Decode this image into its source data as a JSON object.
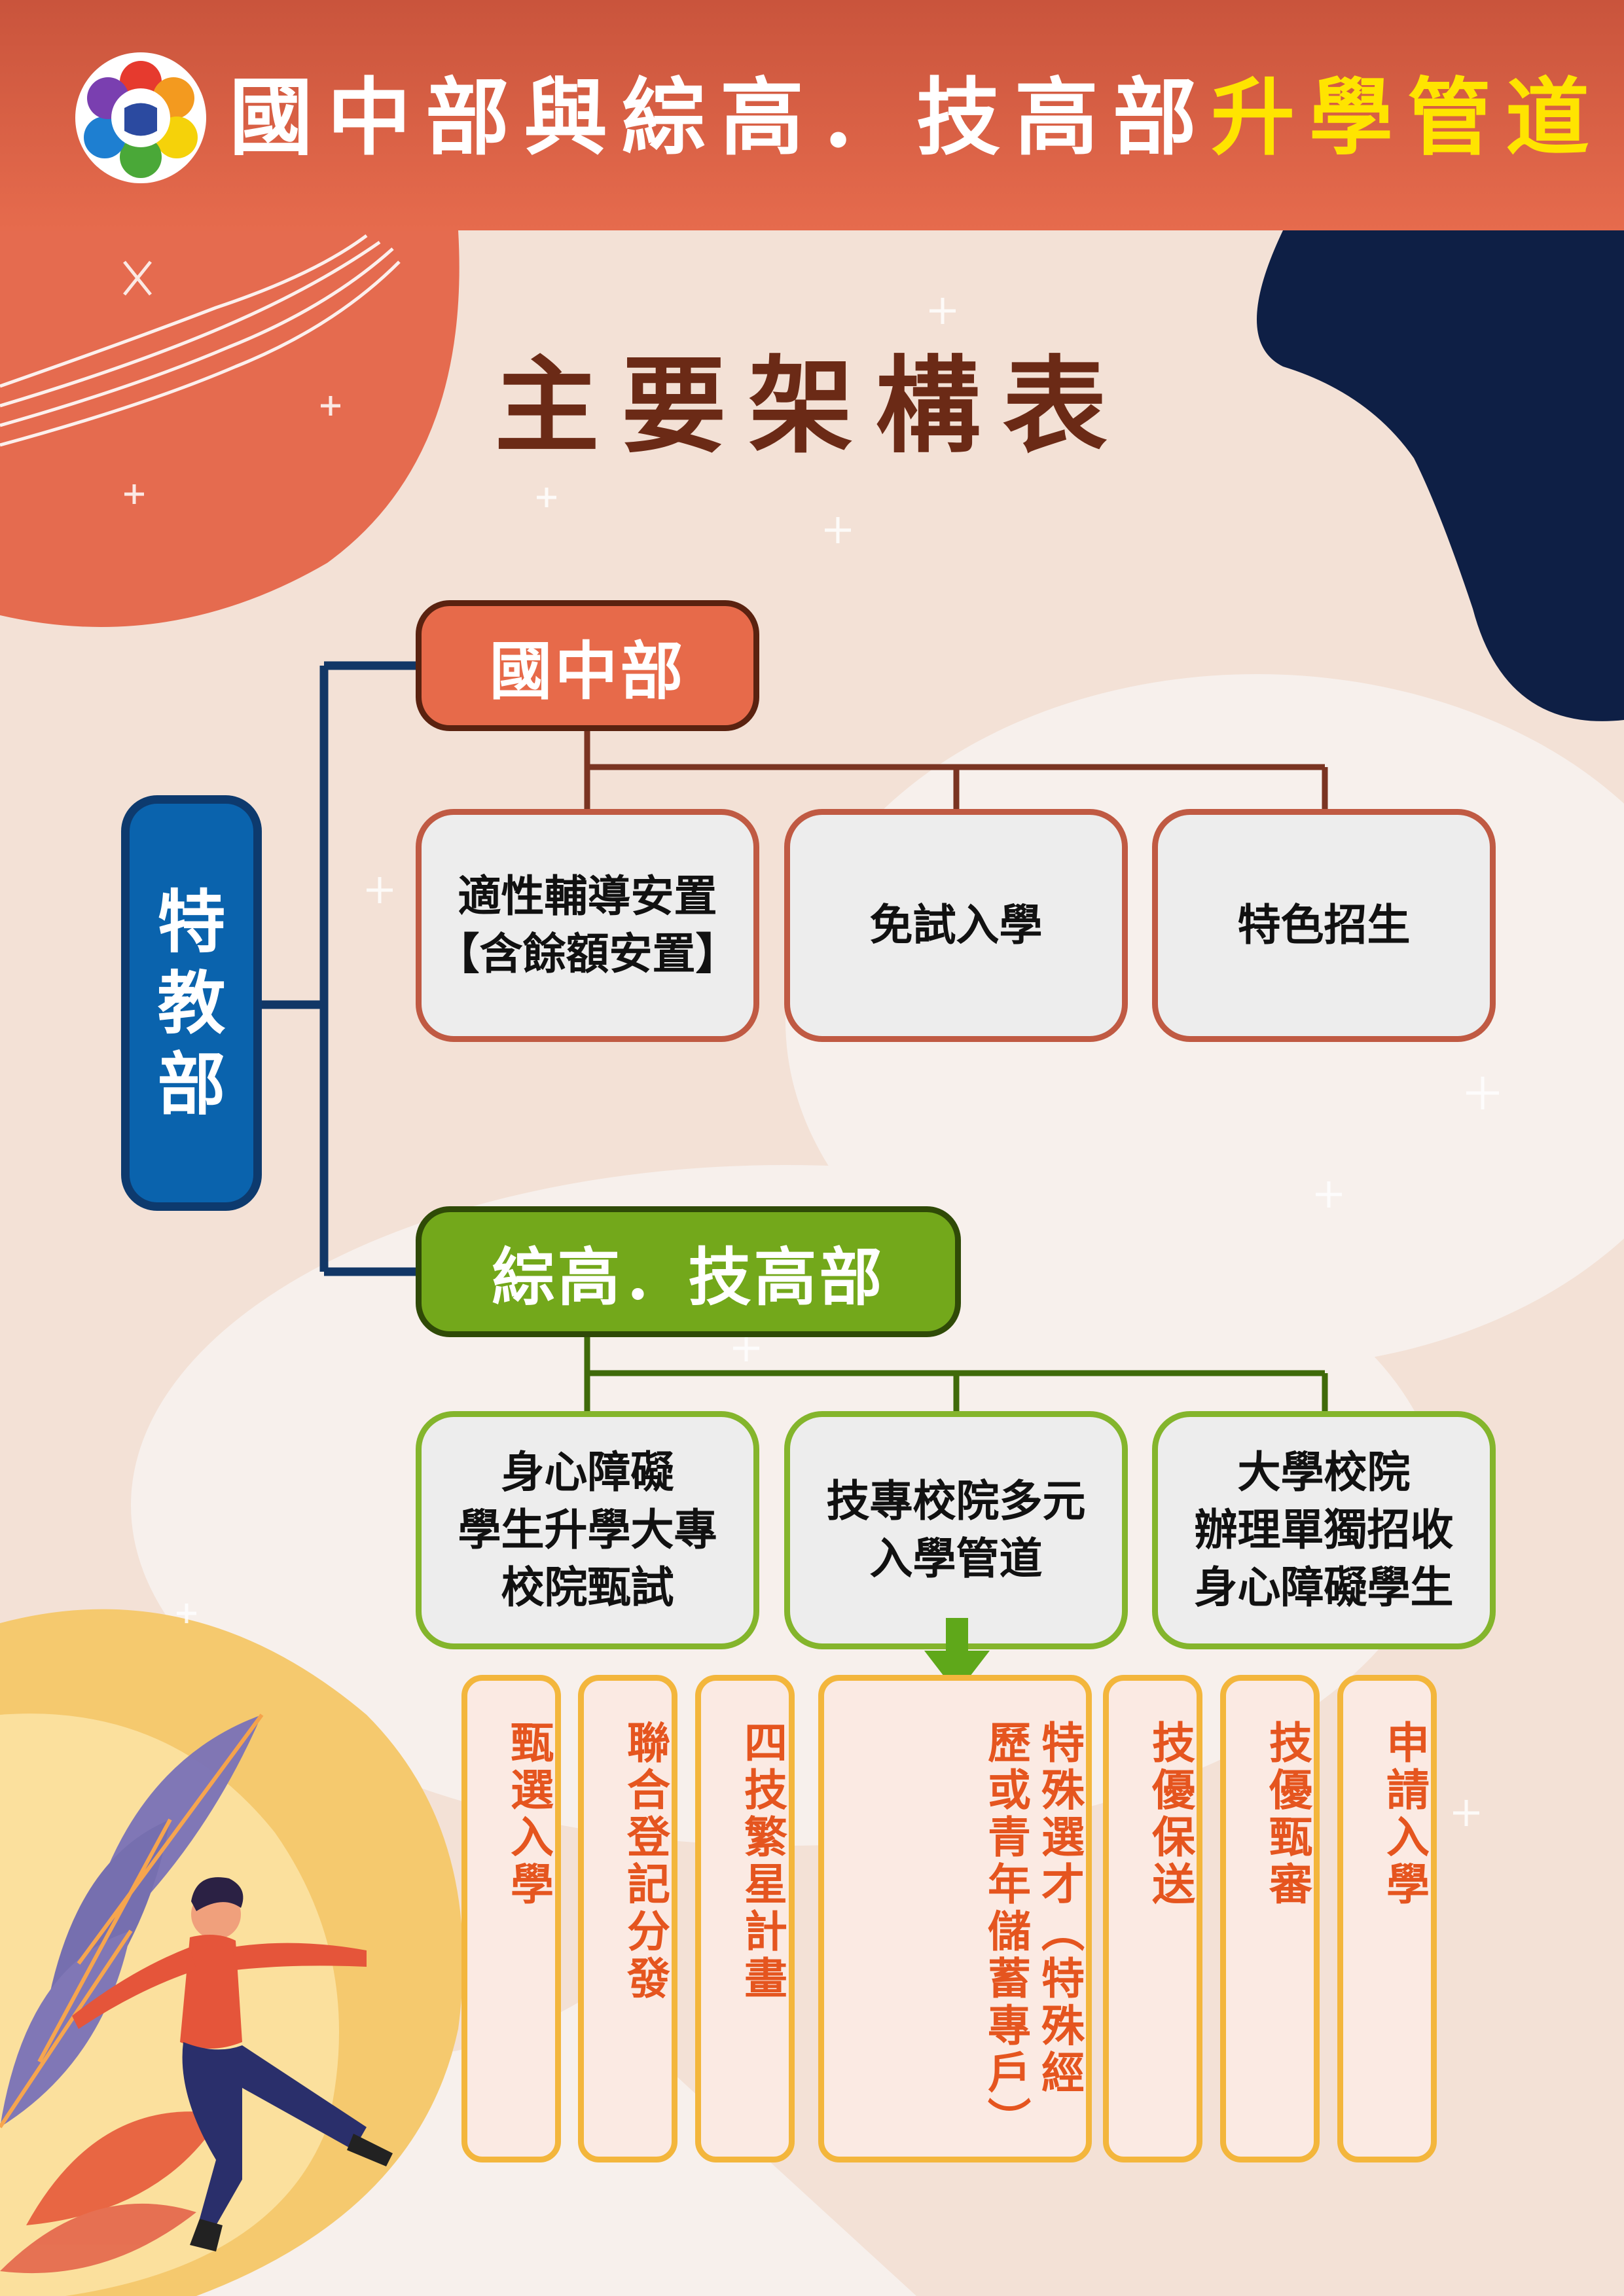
{
  "header": {
    "title_white": "國中部與綜高．技高部",
    "title_highlight": "升學管道"
  },
  "main_title": "主要架構表",
  "root": {
    "label": [
      "特",
      "教",
      "部"
    ]
  },
  "junior_high": {
    "label": "國中部",
    "items": [
      "適性輔導安置\n【含餘額安置】",
      "免試入學",
      "特色招生"
    ]
  },
  "senior_high": {
    "label": "綜高．技高部",
    "items": [
      "身心障礙\n學生升學大專\n校院甄試",
      "技專校院多元\n入學管道",
      "大學校院\n辦理單獨招收\n身心障礙學生"
    ],
    "sub_channels": [
      "甄選入學",
      "聯合登記分發",
      "四技繁星計畫",
      "特殊選才（特殊經歷或青年儲蓄專戶）",
      "技優保送",
      "技優甄審",
      "申請入學"
    ]
  },
  "colors": {
    "header": "#e66b4d",
    "junior_high": "#e76a4a",
    "senior_high": "#73a81b",
    "root": "#0a63ad",
    "sub_border": "#f3b63c",
    "sub_text": "#e5551f",
    "title": "#6b2a16"
  }
}
